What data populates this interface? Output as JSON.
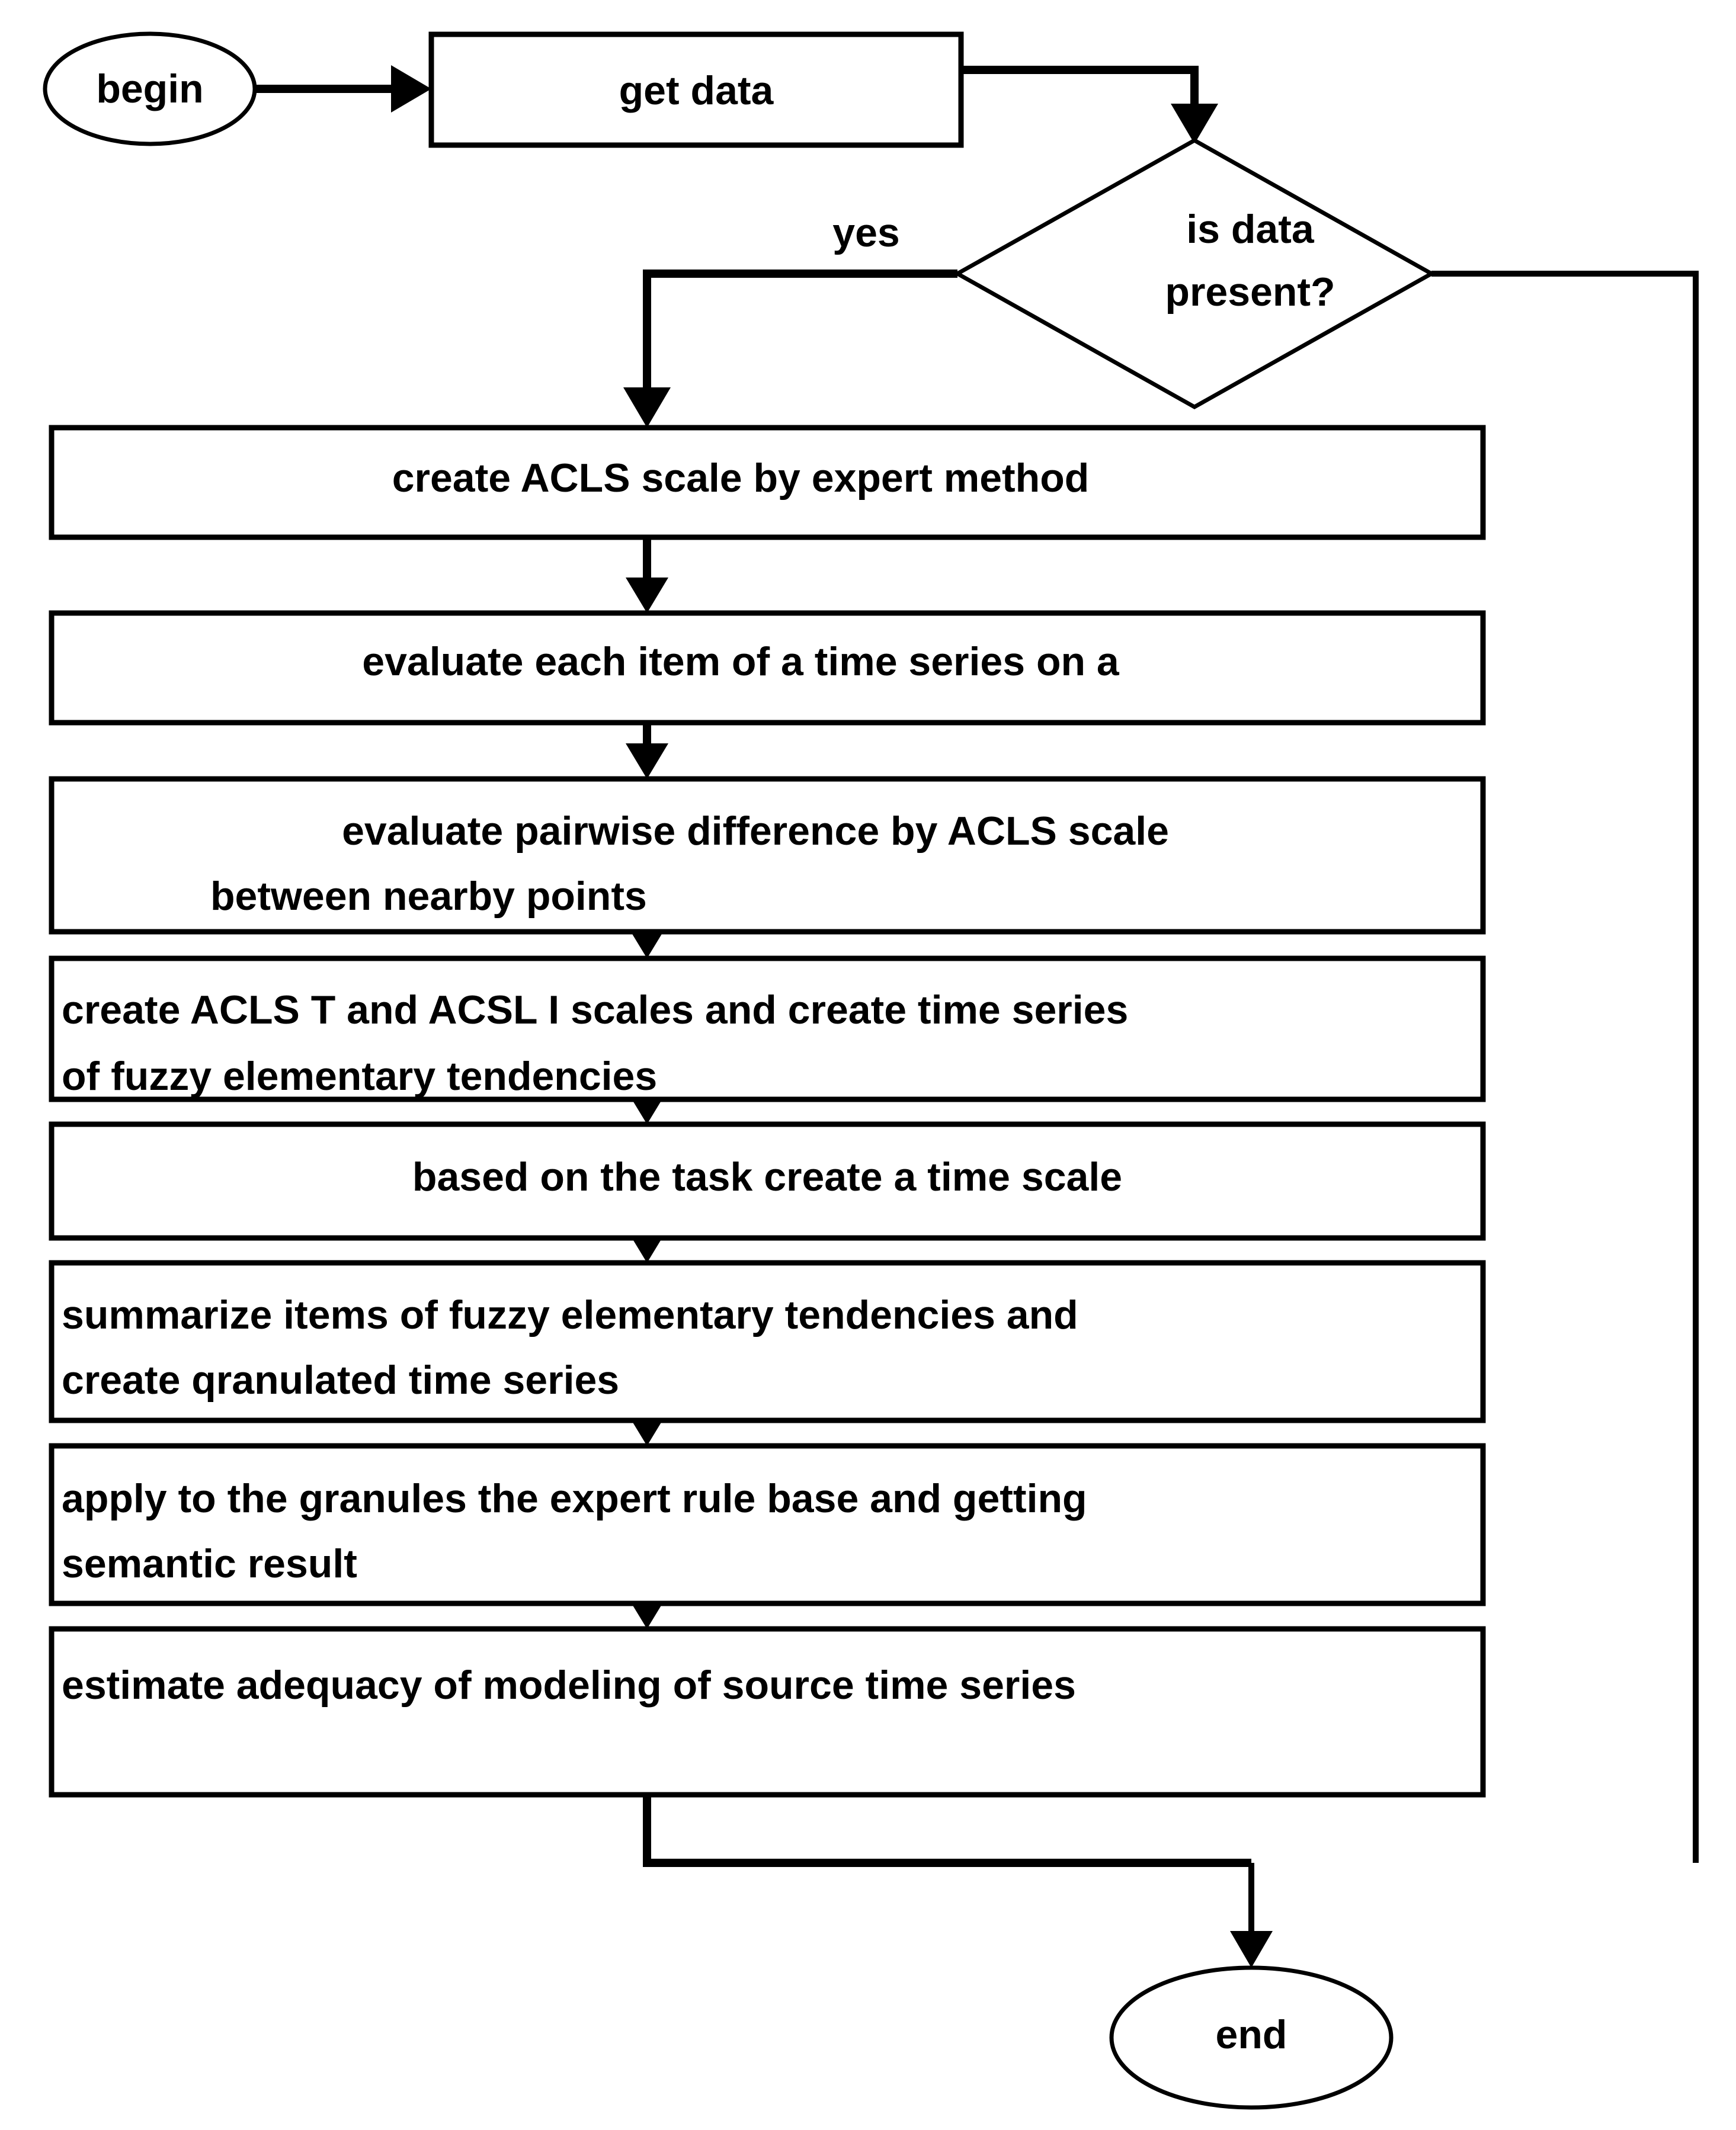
{
  "diagram": {
    "type": "flowchart",
    "title": "",
    "orientation": "top-to-bottom",
    "nodes": {
      "begin": {
        "label": "begin",
        "shape": "terminator"
      },
      "get_data": {
        "label": "get data",
        "shape": "process"
      },
      "is_data_present": {
        "label_line1": "is data",
        "label_line2": "present?",
        "shape": "decision"
      },
      "p1": {
        "label": "create ACLS scale by expert method",
        "shape": "process",
        "align": "center"
      },
      "p2": {
        "label": "evaluate each item of a time series on a",
        "shape": "process",
        "align": "center"
      },
      "p3": {
        "label_line1": "evaluate pairwise difference by ACLS scale",
        "label_line2": "between nearby points",
        "shape": "process"
      },
      "p4": {
        "label_line1": "create ACLS T and ACSL I scales and create time series",
        "label_line2": "of fuzzy elementary tendencies",
        "shape": "process",
        "align": "left"
      },
      "p5": {
        "label": "based on the task create a time scale",
        "shape": "process",
        "align": "center"
      },
      "p6": {
        "label_line1": "summarize items of fuzzy elementary tendencies and",
        "label_line2": "create qranulated time series",
        "shape": "process",
        "align": "left"
      },
      "p7": {
        "label_line1": "apply to the granules the expert rule base and getting",
        "label_line2": "semantic result",
        "shape": "process",
        "align": "left"
      },
      "p8": {
        "label": "estimate adequacy of modeling of source time series",
        "shape": "process",
        "align": "left"
      },
      "end": {
        "label": "end",
        "shape": "terminator"
      }
    },
    "edges": [
      {
        "from": "begin",
        "to": "get_data",
        "label": ""
      },
      {
        "from": "get_data",
        "to": "is_data_present",
        "label": ""
      },
      {
        "from": "is_data_present",
        "to": "p1",
        "label": "yes"
      },
      {
        "from": "p1",
        "to": "p2",
        "label": ""
      },
      {
        "from": "p2",
        "to": "p3",
        "label": ""
      },
      {
        "from": "p3",
        "to": "p4",
        "label": ""
      },
      {
        "from": "p4",
        "to": "p5",
        "label": ""
      },
      {
        "from": "p5",
        "to": "p6",
        "label": ""
      },
      {
        "from": "p6",
        "to": "p7",
        "label": ""
      },
      {
        "from": "p7",
        "to": "p8",
        "label": ""
      },
      {
        "from": "p8",
        "to": "end",
        "label": ""
      },
      {
        "from": "is_data_present",
        "to": "end",
        "label": ""
      }
    ],
    "edge_labels": {
      "yes": "yes"
    },
    "colors": {
      "stroke": "#000000",
      "fill": "#ffffff",
      "text": "#000000",
      "background": "#ffffff"
    }
  }
}
